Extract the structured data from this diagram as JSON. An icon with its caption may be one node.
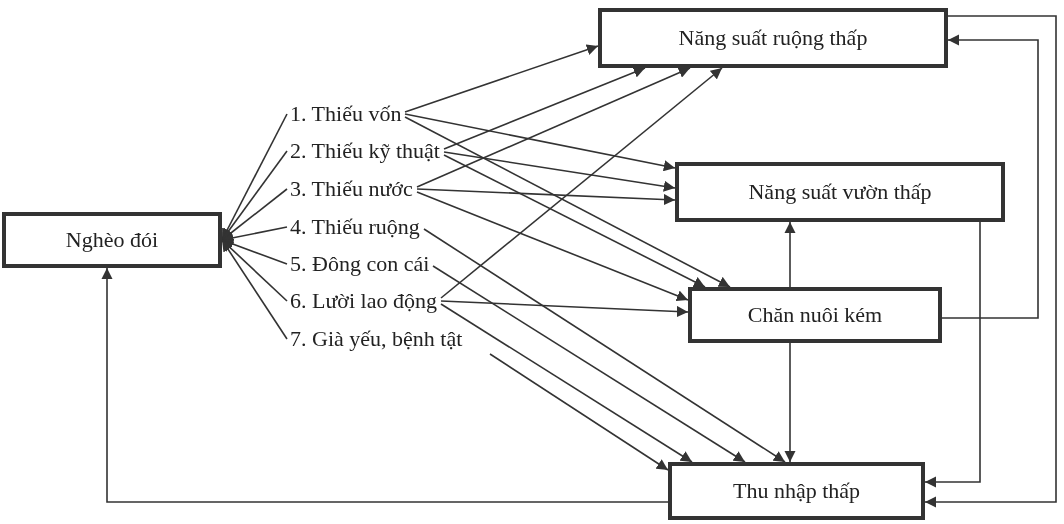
{
  "diagram": {
    "nodes": [
      {
        "text": [
          "Nghèo đói"
        ]
      },
      {
        "text": [
          "1. Thiếu vốn"
        ]
      },
      {
        "text": [
          "2. Thiếu kỹ thuật"
        ]
      },
      {
        "text": [
          "3. Thiếu nước"
        ]
      },
      {
        "text": [
          "4. Thiếu ruộng"
        ]
      },
      {
        "text": [
          "5. Đông con cái"
        ]
      },
      {
        "text": [
          "6. Lười lao động"
        ]
      },
      {
        "text": [
          "7. Già yếu, bệnh tật"
        ]
      },
      {
        "text": [
          "Năng suất ruộng thấp"
        ]
      },
      {
        "text": [
          "Năng suất vườn thấp"
        ]
      },
      {
        "text": [
          "Chăn nuôi kém"
        ]
      },
      {
        "text": [
          "Thu nhập thấp"
        ]
      }
    ],
    "edges": [
      {
        "from": 1,
        "to": 0,
        "arrow": "to"
      },
      {
        "from": 2,
        "to": 0,
        "arrow": "to"
      },
      {
        "from": 3,
        "to": 0,
        "arrow": "to"
      },
      {
        "from": 4,
        "to": 0,
        "arrow": "to"
      },
      {
        "from": 5,
        "to": 0,
        "arrow": "to"
      },
      {
        "from": 6,
        "to": 0,
        "arrow": "to"
      },
      {
        "from": 7,
        "to": 0,
        "arrow": "to"
      },
      {
        "from": 1,
        "to": 8,
        "arrow": "to"
      },
      {
        "from": 1,
        "to": 9,
        "arrow": "to"
      },
      {
        "from": 1,
        "to": 10,
        "arrow": "to"
      },
      {
        "from": 2,
        "to": 8,
        "arrow": "to"
      },
      {
        "from": 2,
        "to": 9,
        "arrow": "to"
      },
      {
        "from": 2,
        "to": 10,
        "arrow": "to"
      },
      {
        "from": 3,
        "to": 8,
        "arrow": "to"
      },
      {
        "from": 3,
        "to": 9,
        "arrow": "to"
      },
      {
        "from": 3,
        "to": 10,
        "arrow": "to"
      },
      {
        "from": 4,
        "to": 11,
        "arrow": "to"
      },
      {
        "from": 5,
        "to": 11,
        "arrow": "to"
      },
      {
        "from": 6,
        "to": 8,
        "arrow": "to"
      },
      {
        "from": 6,
        "to": 10,
        "arrow": "to"
      },
      {
        "from": 6,
        "to": 11,
        "arrow": "to"
      },
      {
        "from": 7,
        "to": 11,
        "arrow": "to"
      },
      {
        "from": 10,
        "to": 9,
        "arrow": "to"
      },
      {
        "from": 10,
        "to": 11,
        "arrow": "to"
      },
      {
        "from": 10,
        "to": 8,
        "arrow": "to"
      },
      {
        "from": 9,
        "to": 11,
        "arrow": "to"
      },
      {
        "from": 8,
        "to": 11,
        "arrow": "to"
      },
      {
        "from": 11,
        "to": 0,
        "arrow": "to"
      }
    ]
  }
}
